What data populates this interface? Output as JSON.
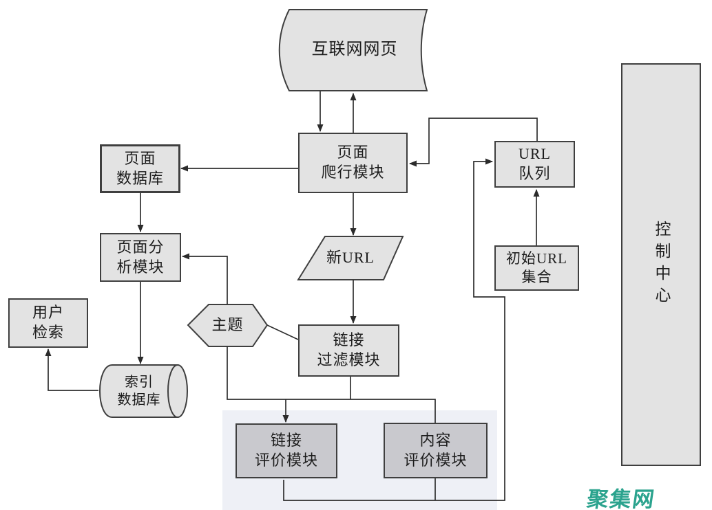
{
  "diagram": {
    "type": "flowchart",
    "topic": "focused web crawler architecture",
    "nodes": {
      "internet": {
        "label": "互联网网页",
        "shape": "stored-data"
      },
      "crawler": {
        "line1": "页面",
        "line2": "爬行模块",
        "shape": "rect"
      },
      "page_db": {
        "line1": "页面",
        "line2": "数据库",
        "shape": "rect"
      },
      "page_analysis": {
        "line1": "页面分",
        "line2": "析模块",
        "shape": "rect"
      },
      "user_search": {
        "line1": "用户",
        "line2": "检索",
        "shape": "rect"
      },
      "index_db": {
        "line1": "索引",
        "line2": "数据库",
        "shape": "cylinder"
      },
      "new_url": {
        "label": "新URL",
        "shape": "parallelogram"
      },
      "topic_node": {
        "label": "主题",
        "shape": "hexagon"
      },
      "link_filter": {
        "line1": "链接",
        "line2": "过滤模块",
        "shape": "rect"
      },
      "link_eval": {
        "line1": "链接",
        "line2": "评价模块",
        "shape": "rect"
      },
      "content_eval": {
        "line1": "内容",
        "line2": "评价模块",
        "shape": "rect"
      },
      "url_queue": {
        "line1": "URL",
        "line2": "队列",
        "shape": "rect"
      },
      "initial_url": {
        "line1": "初始URL",
        "line2": "集合",
        "shape": "rect"
      },
      "control_center": {
        "label": "控制中心",
        "shape": "tall-rect"
      }
    },
    "edges": [
      "互联网网页 -> 页面爬行模块",
      "页面爬行模块 -> 互联网网页",
      "页面爬行模块 -> 页面数据库",
      "页面数据库 -> 页面分析模块",
      "页面分析模块 -> 索引数据库",
      "索引数据库 -> 用户检索",
      "主题 -> 页面分析模块",
      "主题 -> 链接过滤模块",
      "主题 -> 链接评价模块/内容评价模块",
      "页面爬行模块 -> 新URL",
      "新URL -> 链接过滤模块",
      "链接过滤模块 -> 评价模块总线",
      "URL队列 -> 页面爬行模块",
      "初始URL集合 -> URL队列",
      "链接评价模块/内容评价模块 -> URL队列"
    ],
    "watermark": {
      "label": "聚集网"
    },
    "colors": {
      "node_fill": "#e3e3e3",
      "node_fill_dark": "#c9c9ce",
      "border": "#3f3f3f",
      "band": "#eef0f6",
      "logo": "#2BA38E",
      "line": "#2e2e2e"
    }
  }
}
